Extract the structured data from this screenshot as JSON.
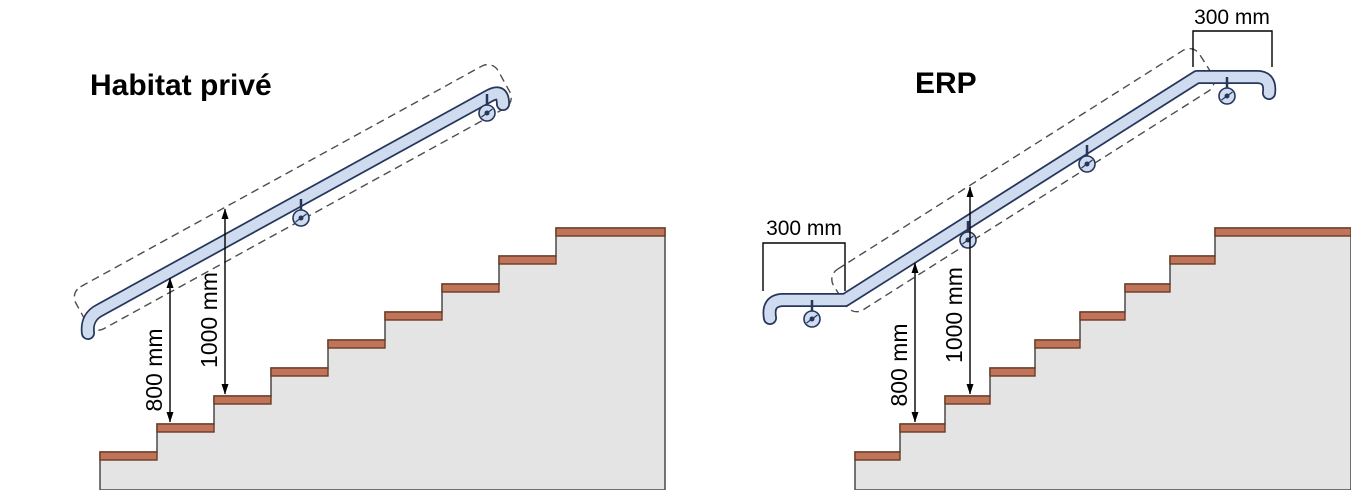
{
  "left": {
    "title": "Habitat privé",
    "dim_800": "800 mm",
    "dim_1000": "1000 mm"
  },
  "right": {
    "title": "ERP",
    "dim_800": "800 mm",
    "dim_1000": "1000 mm",
    "ext_top": "300 mm",
    "ext_bottom": "300 mm"
  },
  "colors": {
    "stair_fill": "#e4e4e4",
    "stair_outline": "#4a4a4a",
    "tread_fill": "#c0755a",
    "tread_outline": "#6b3a22",
    "rail_fill": "#cfdcef",
    "rail_outline": "#26365c",
    "dash_color": "#4d4d4d",
    "dim_color": "#000000"
  }
}
